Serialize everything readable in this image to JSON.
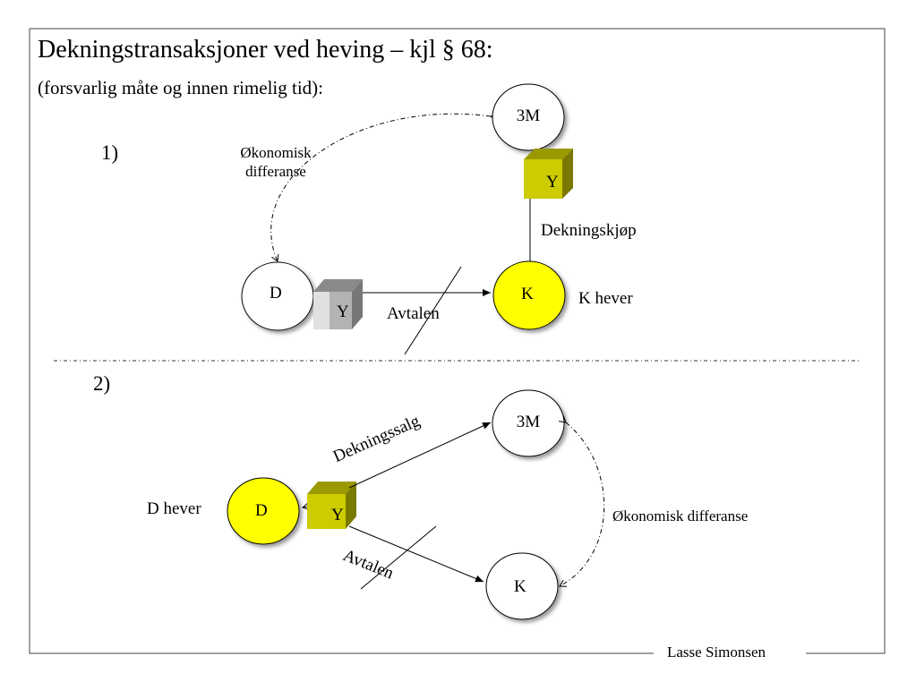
{
  "slide": {
    "title": "Dekningstransaksjoner ved heving – kjl § 68:",
    "subtitle": "(forsvarlig måte og innen rimelig tid):",
    "footer": "Lasse Simonsen"
  },
  "scenario1": {
    "number": "1)",
    "nodes": {
      "third_party": "3M",
      "seller": "D",
      "buyer": "K"
    },
    "goods_label": "Y",
    "economic_difference": {
      "line1": "Økonomisk",
      "line2": "differanse"
    },
    "cover_purchase": "Dekningskjøp",
    "agreement": "Avtalen",
    "status": "K hever"
  },
  "scenario2": {
    "number": "2)",
    "nodes": {
      "third_party": "3M",
      "seller": "D",
      "buyer": "K"
    },
    "goods_label": "Y",
    "cover_sale": "Dekningssalg",
    "agreement": "Avtalen",
    "status": "D hever",
    "economic_difference": "Økonomisk differanse"
  },
  "colors": {
    "highlight": "#ffff00",
    "goods_box": "#cccc00",
    "goods_box_grey": "#b3b3b3"
  }
}
